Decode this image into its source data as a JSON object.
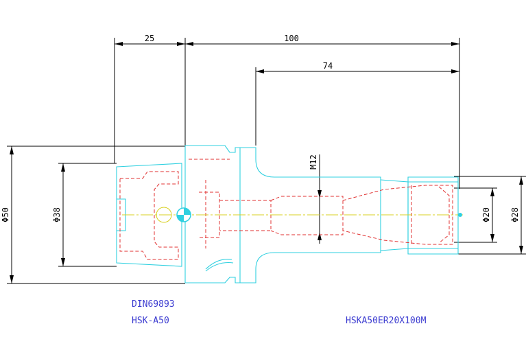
{
  "dimensions": {
    "flange_length": "25",
    "overall_length": "100",
    "projection_length": "74",
    "thread": "M12",
    "dia_50": "Φ50",
    "dia_38": "Φ38",
    "dia_20": "Φ20",
    "dia_28": "Φ28"
  },
  "notes": {
    "standard": "DIN69893",
    "interface": "HSK-A50",
    "part_number": "HSKA50ER20X100M"
  },
  "colors": {
    "outline": "#2fd0e0",
    "hidden": "#e03030",
    "centerline": "#d8d020",
    "dimension": "#000000",
    "note_text": "#3b3bd0"
  }
}
